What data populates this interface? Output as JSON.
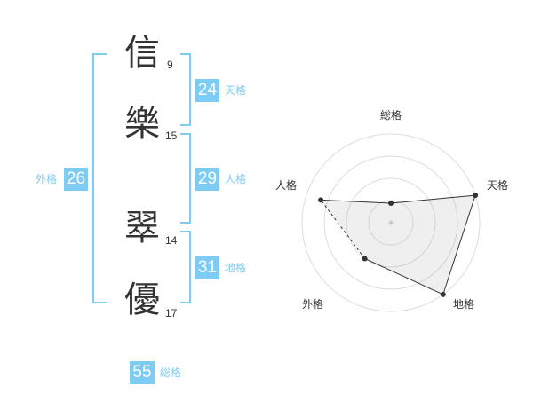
{
  "name": {
    "chars": [
      {
        "kanji": "信",
        "strokes": "9"
      },
      {
        "kanji": "樂",
        "strokes": "15"
      },
      {
        "kanji": "翠",
        "strokes": "14"
      },
      {
        "kanji": "優",
        "strokes": "17"
      }
    ]
  },
  "fortune": {
    "tenkaku": {
      "value": "24",
      "label": "天格"
    },
    "jinkaku": {
      "value": "29",
      "label": "人格"
    },
    "chikaku": {
      "value": "31",
      "label": "地格"
    },
    "gaikaku": {
      "value": "26",
      "label": "外格"
    },
    "soukaku": {
      "value": "55",
      "label": "総格"
    }
  },
  "colors": {
    "accent": "#7ecbf3",
    "text": "#333333"
  },
  "chart_data": {
    "type": "radar",
    "axes": [
      "総格",
      "天格",
      "地格",
      "外格",
      "人格"
    ],
    "values": [
      0.22,
      1.0,
      1.0,
      0.5,
      0.83
    ],
    "rings": 4
  }
}
